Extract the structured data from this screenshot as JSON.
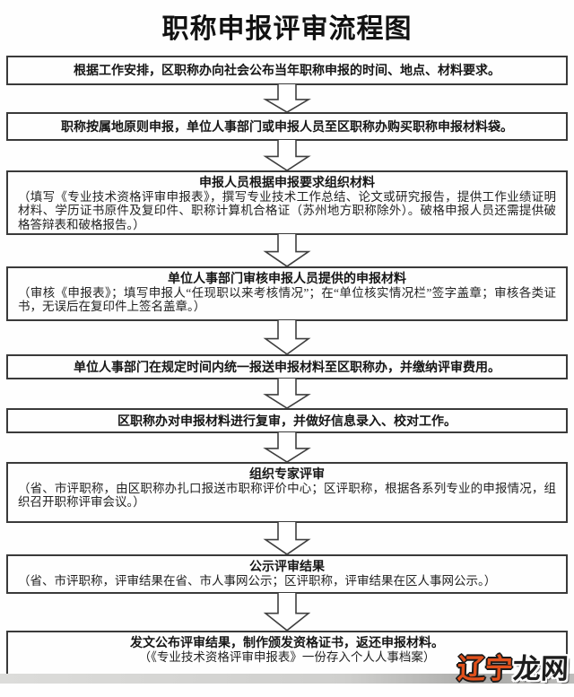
{
  "page": {
    "title": "职称申报评审流程图"
  },
  "flow": {
    "steps": [
      {
        "title": "根据工作安排，区职称办向社会公布当年职称申报的时间、地点、材料要求。",
        "body": ""
      },
      {
        "title": "职称按属地原则申报，单位人事部门或申报人员至区职称办购买职称申报材料袋。",
        "body": ""
      },
      {
        "title": "申报人员根据申报要求组织材料",
        "body": "（填写《专业技术资格评审申报表》，撰写专业技术工作总结、论文或研究报告，提供工作业绩证明材料、学历证书原件及复印件、职称计算机合格证（苏州地方职称除外）。破格申报人员还需提供破格答辩表和破格报告。）"
      },
      {
        "title": "单位人事部门审核申报人员提供的申报材料",
        "body": "（审核《申报表》；填写申报人“任现职以来考核情况”；在“单位核实情况栏”签字盖章；审核各类证书，无误后在复印件上签名盖章。）"
      },
      {
        "title": "单位人事部门在规定时间内统一报送申报材料至区职称办，并缴纳评审费用。",
        "body": ""
      },
      {
        "title": "区职称办对申报材料进行复审，并做好信息录入、校对工作。",
        "body": ""
      },
      {
        "title": "组织专家评审",
        "body": "（省、市评职称，由区职称办扎口报送市职称评价中心；区评职称，根据各系列专业的申报情况，组织召开职称评审会议。）"
      },
      {
        "title": "公示评审结果",
        "body": "（省、市评职称，评审结果在省、市人事网公示；区评职称，评审结果在区人事网公示。）"
      },
      {
        "title": "发文公布评审结果，制作颁发资格证书，返还申报材料。",
        "body": "（《专业技术资格评审申报表》一份存入个人人事档案）"
      }
    ]
  },
  "watermark": {
    "text_left": "辽宁",
    "text_right": "龙网",
    "color_left": "#e2511c",
    "color_right": "#1d1d1d"
  },
  "colors": {
    "box_border": "#3a3a3a",
    "text": "#1c1c1c",
    "background": "#fefefe",
    "bottom_strip": "#c9c9c7"
  }
}
